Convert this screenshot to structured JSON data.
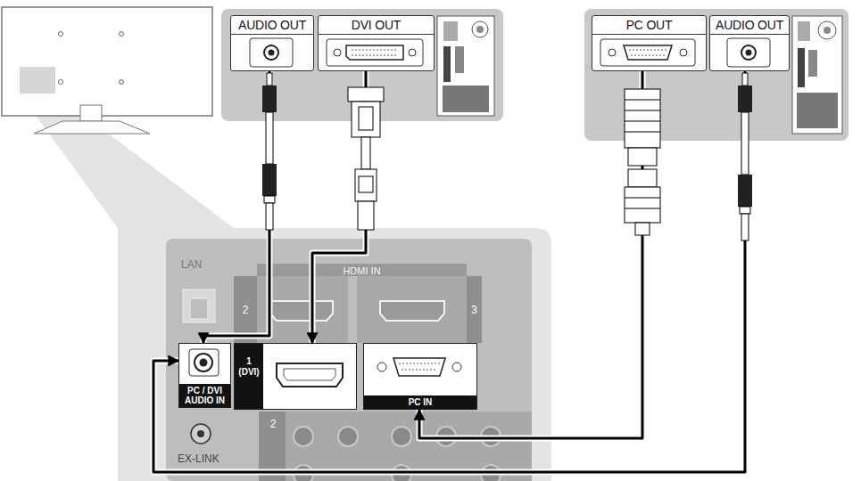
{
  "diagram": {
    "nodes": [
      {
        "text": [
          "AUDIO OUT"
        ]
      },
      {
        "text": [
          "DVI OUT"
        ]
      },
      {
        "text": [
          "PC OUT"
        ]
      },
      {
        "text": [
          "AUDIO OUT"
        ]
      },
      {
        "text": [
          "PC / DVI AUDIO IN"
        ]
      },
      {
        "text": [
          "1 (DVI)"
        ]
      },
      {
        "text": [
          "PC IN"
        ]
      }
    ],
    "edges": [
      {
        "from": 0,
        "to": 4,
        "arrow": "to"
      },
      {
        "from": 1,
        "to": 5,
        "arrow": "to"
      },
      {
        "from": 2,
        "to": 6,
        "arrow": "to"
      },
      {
        "from": 3,
        "to": 4,
        "arrow": "to"
      }
    ],
    "labels": [
      "LAN",
      "HDMI IN",
      "2",
      "3",
      "EX-LINK",
      "2"
    ]
  }
}
